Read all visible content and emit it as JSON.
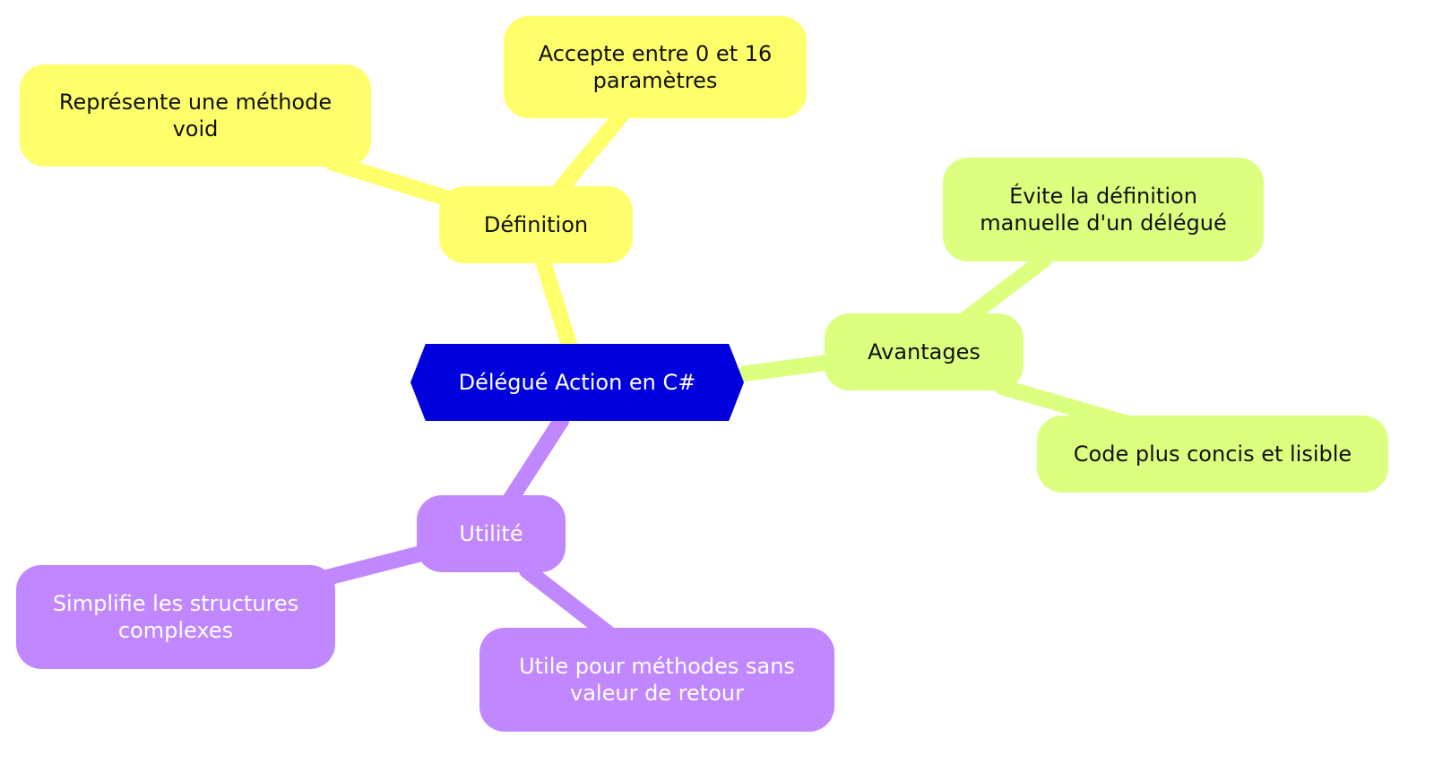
{
  "colors": {
    "root": "#0000dd",
    "definition": "#ffff6b",
    "avantages": "#dcff80",
    "utilite": "#c087ff"
  },
  "root": {
    "label": "Délégué Action en C#"
  },
  "definition": {
    "label": "Définition",
    "children": [
      [
        "Représente une méthode",
        "void"
      ],
      [
        "Accepte entre 0 et 16",
        "paramètres"
      ]
    ]
  },
  "avantages": {
    "label": "Avantages",
    "children": [
      [
        "Évite la définition",
        "manuelle d'un délégué"
      ],
      [
        "Code plus concis et lisible"
      ]
    ]
  },
  "utilite": {
    "label": "Utilité",
    "children": [
      [
        "Simplifie les structures",
        "complexes"
      ],
      [
        "Utile pour méthodes sans",
        "valeur de retour"
      ]
    ]
  }
}
